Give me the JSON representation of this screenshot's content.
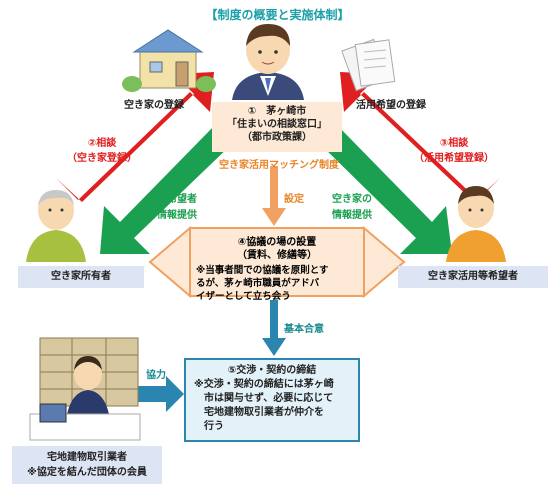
{
  "title": "【制度の概要と実施体制】",
  "center": {
    "line1": "①　茅ヶ崎市",
    "line2": "「住まいの相談窓口」",
    "line3": "（都市政策課）",
    "system_name": "空き家活用マッチング制度"
  },
  "top_left_label": "空き家の登録",
  "top_right_label": "活用希望の登録",
  "left_red": {
    "line1": "②相談",
    "line2": "（空き家登録）"
  },
  "right_red": {
    "line1": "③相談",
    "line2": "（活用希望登録）"
  },
  "left_green": {
    "line1": "利用希望者",
    "line2": "の情報提供"
  },
  "right_green": {
    "line1": "空き家の",
    "line2": "情報提供"
  },
  "settei": "設定",
  "kyougi": {
    "title": "④協議の場の設置",
    "subtitle": "（賃料、修繕等）",
    "body1": "※当事者間での協議を原則とす",
    "body2": "るが、茅ヶ崎市職員がアドバ",
    "body3": "イザーとして立ち会う"
  },
  "owner_label": "空き家所有者",
  "seeker_label": "空き家活用等希望者",
  "kihon_goui": "基本合意",
  "kyouryoku": "協力",
  "kosho": {
    "title": "⑤交渉・契約の締結",
    "body1": "※交渉・契約の締結には茅ヶ崎",
    "body2": "市は関与せず、必要に応じて",
    "body3": "宅地建物取引業者が仲介を",
    "body4": "行う"
  },
  "agent": {
    "line1": "宅地建物取引業者",
    "line2": "※協定を結んだ団体の会員"
  },
  "colors": {
    "red": "#e02020",
    "green": "#1aa050",
    "orange": "#f0a060",
    "teal": "#1aa0a8",
    "blue": "#2a86b0",
    "box_peach": "#fde9d6",
    "box_lav": "#dde4f3"
  }
}
